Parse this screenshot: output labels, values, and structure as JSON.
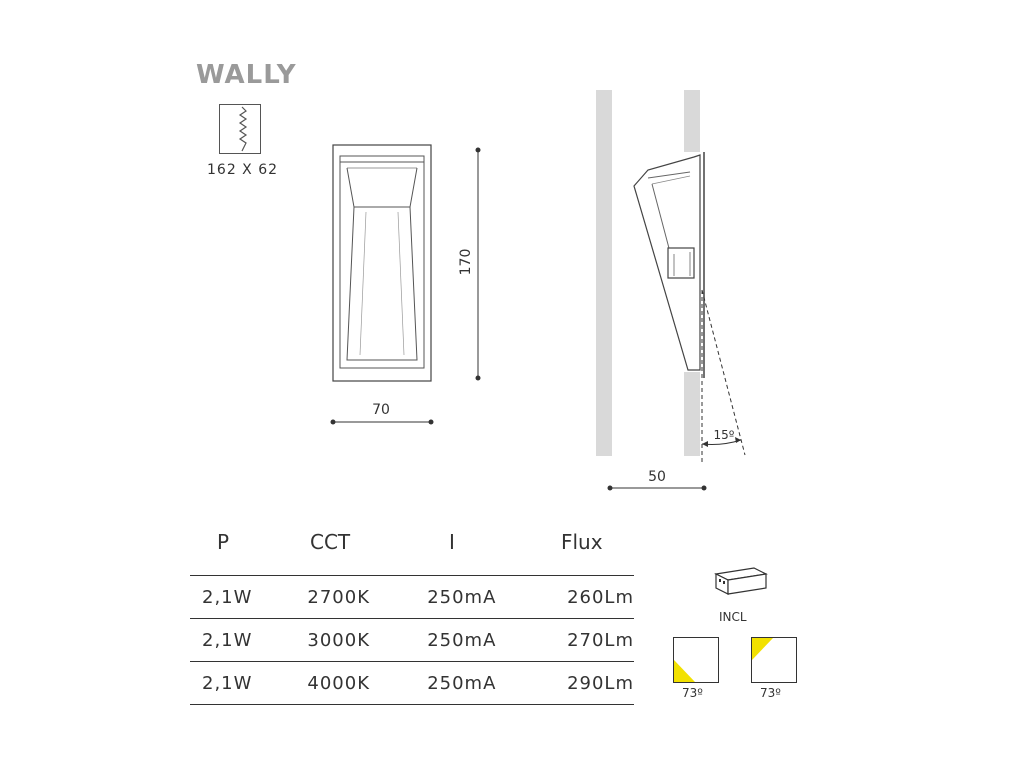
{
  "product": {
    "name": "WALLY"
  },
  "cutout": {
    "label": "162 X 62"
  },
  "dimensions": {
    "width": "70",
    "height": "170",
    "depth": "50",
    "angle": "15º"
  },
  "table": {
    "headers": [
      "P",
      "CCT",
      "I",
      "Flux"
    ],
    "rows": [
      [
        "2,1W",
        "2700K",
        "250mA",
        "260Lm"
      ],
      [
        "2,1W",
        "3000K",
        "250mA",
        "270Lm"
      ],
      [
        "2,1W",
        "4000K",
        "250mA",
        "290Lm"
      ]
    ]
  },
  "driver": {
    "label": "INCL"
  },
  "beams": [
    {
      "angle": "73º"
    },
    {
      "angle": "73º"
    }
  ],
  "colors": {
    "title": "#9a9a9a",
    "wall": "#d9d9d9",
    "beam": "#f2e100",
    "line": "#333333"
  }
}
